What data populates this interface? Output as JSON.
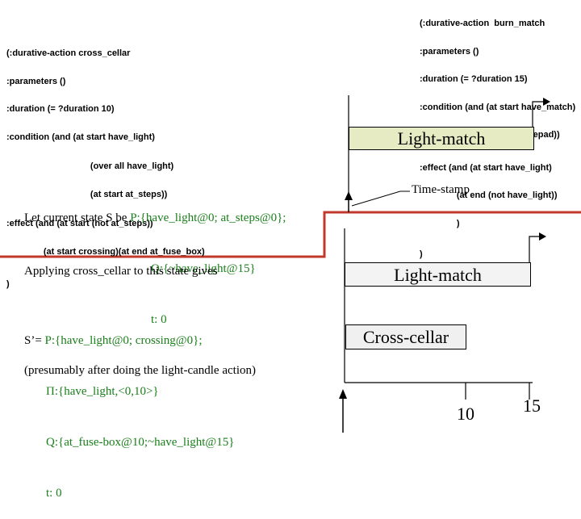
{
  "burn_match_action": {
    "lines": [
      "(:durative-action  burn_match",
      ":parameters ()",
      ":duration (= ?duration 15)",
      ":condition (and (at start have_match)",
      "              (at start have_strikepad))",
      ":effect (and (at start have_light)",
      "               (at end (not have_light))",
      "               )",
      ")"
    ]
  },
  "cross_cellar_action": {
    "lines": [
      "(:durative-action cross_cellar",
      ":parameters ()",
      ":duration (= ?duration 10)",
      ":condition (and (at start have_light)",
      "                                  (over all have_light)",
      "                                  (at start at_steps))",
      ":effect (and (at start (not at_steps))",
      "               (at start crossing)(at end at_fuse_box)",
      ")"
    ]
  },
  "state_text": {
    "intro": "Let current state S be ",
    "p_line": "P:{have_light@0; at_steps@0};",
    "q_line": "Q:{~have_light@15}",
    "t_line": "t: 0",
    "note": "(presumably after doing the light-candle action)",
    "applying": "Applying cross_cellar to this state gives",
    "result_prefix": "S’= ",
    "result_p": "P:{have_light@0; crossing@0};",
    "result_pi": "Π:{have_light,<0,10>}",
    "result_q": "Q:{at_fuse-box@10;~have_light@15}",
    "result_t": "t: 0"
  },
  "timeline_top": {
    "action_box": "Light-match",
    "timestamp_label": "Time-stamp"
  },
  "timeline_bottom": {
    "action_box_1": "Light-match",
    "action_box_2": "Cross-cellar",
    "tick_labels": [
      "10",
      "15"
    ]
  },
  "colors": {
    "divider": "#c0392b",
    "highlight_text": "#1a7f1a",
    "light_match_top_fill": "#e7ebc3"
  }
}
